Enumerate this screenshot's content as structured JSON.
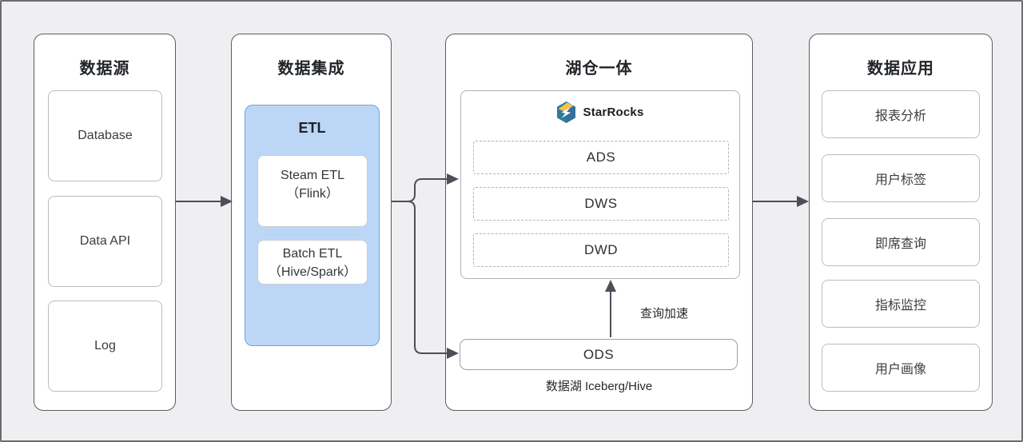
{
  "diagram": {
    "source": {
      "title": "数据源",
      "items": [
        "Database",
        "Data API",
        "Log"
      ]
    },
    "integration": {
      "title": "数据集成",
      "etl": {
        "title": "ETL",
        "stream_line1": "Steam ETL",
        "stream_line2": "（Flink）",
        "batch_line1": "Batch ETL",
        "batch_line2": "（Hive/Spark）"
      }
    },
    "lakehouse": {
      "title": "湖仓一体",
      "brand": "StarRocks",
      "layers": [
        "ADS",
        "DWS",
        "DWD"
      ],
      "ods": "ODS",
      "accel_label": "查询加速",
      "lake_label": "数据湖 Iceberg/Hive"
    },
    "application": {
      "title": "数据应用",
      "items": [
        "报表分析",
        "用户标签",
        "即席查询",
        "指标监控",
        "用户画像"
      ]
    },
    "colors": {
      "canvas_bg": "#efeff1",
      "panel_border": "#595d62",
      "etl_fill": "#bcd7f6",
      "etl_border": "#6fa0db",
      "arrow": "#4c5056",
      "dashed_border": "#b4b4b4",
      "brand_yellow": "#f7c04a",
      "brand_teal": "#2e7d98",
      "brand_blue": "#35709f"
    }
  }
}
